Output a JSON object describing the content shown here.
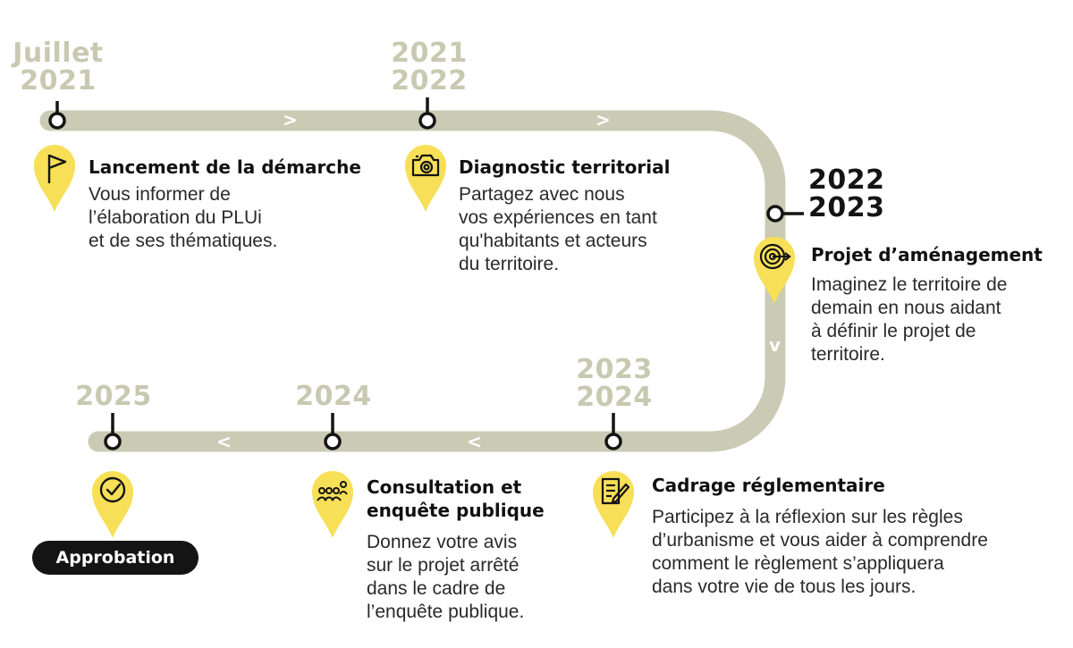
{
  "colors": {
    "track": "#cbcbb5",
    "marker": "#f7df57",
    "ink": "#141414",
    "muted_year": "#c9c9b2"
  },
  "milestones": [
    {
      "year_lines": [
        "Juillet",
        "2021"
      ],
      "year_style": "muted",
      "icon": "flag-icon",
      "title": "Lancement de la démarche",
      "desc_lines": [
        "Vous informer de",
        "l’élaboration du PLUi",
        "et de ses thématiques."
      ]
    },
    {
      "year_lines": [
        "2021",
        "2022"
      ],
      "year_style": "muted",
      "icon": "camera-icon",
      "title": "Diagnostic territorial",
      "desc_lines": [
        "Partagez avec nous",
        "vos expériences en tant",
        "qu'habitants et acteurs",
        "du territoire."
      ]
    },
    {
      "year_lines": [
        "2022",
        "2023"
      ],
      "year_style": "current",
      "icon": "target-icon",
      "title": "Projet d’aménagement",
      "desc_lines": [
        "Imaginez le territoire de",
        "demain en nous aidant",
        "à définir le projet de",
        "territoire."
      ]
    },
    {
      "year_lines": [
        "2023",
        "2024"
      ],
      "year_style": "muted",
      "icon": "document-sign-icon",
      "title": "Cadrage réglementaire",
      "desc_lines": [
        "Participez à la réflexion sur les règles",
        "d’urbanisme et vous aider à comprendre",
        "comment le règlement s’appliquera",
        "dans votre vie de tous les jours."
      ]
    },
    {
      "year_lines": [
        "2024"
      ],
      "year_style": "muted",
      "icon": "people-icon",
      "title_lines": [
        "Consultation et",
        "enquête publique"
      ],
      "desc_lines": [
        "Donnez votre avis",
        "sur le projet arrêté",
        "dans le cadre de",
        "l’enquête publique."
      ]
    },
    {
      "year_lines": [
        "2025"
      ],
      "year_style": "muted",
      "icon": "check-circle-icon",
      "badge": "Approbation"
    }
  ],
  "direction_arrows": [
    ">",
    ">",
    "v",
    "<",
    "<"
  ]
}
